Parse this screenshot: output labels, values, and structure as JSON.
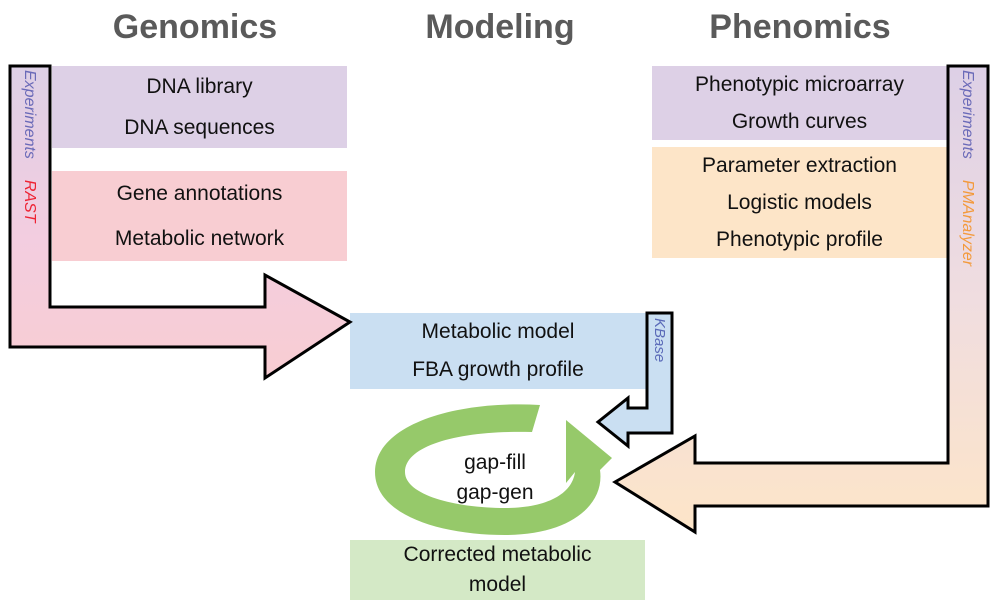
{
  "headers": {
    "genomics": "Genomics",
    "modeling": "Modeling",
    "phenomics": "Phenomics"
  },
  "genomics": {
    "experiments_box": [
      "DNA library",
      "DNA sequences"
    ],
    "rast_box": [
      "Gene annotations",
      "Metabolic network"
    ],
    "arrow_labels": {
      "experiments": "Experiments",
      "rast": "RAST"
    }
  },
  "phenomics": {
    "experiments_box": [
      "Phenotypic microarray",
      "Growth curves"
    ],
    "pmanalyzer_box": [
      "Parameter extraction",
      "Logistic models",
      "Phenotypic profile"
    ],
    "arrow_labels": {
      "experiments": "Experiments",
      "pmanalyzer": "PMAnalyzer"
    }
  },
  "modeling": {
    "kbase_box": [
      "Metabolic model",
      "FBA growth profile"
    ],
    "kbase_label": "KBase",
    "cycle": [
      "gap-fill",
      "gap-gen"
    ],
    "result_box": [
      "Corrected metabolic",
      "model"
    ]
  },
  "colors": {
    "experiments_text": "#6a6ab8",
    "rast_text": "#ee2233",
    "pmanalyzer_text": "#f39a3c",
    "kbase_text": "#5a6ab8",
    "cycle_green": "#96c96a"
  }
}
